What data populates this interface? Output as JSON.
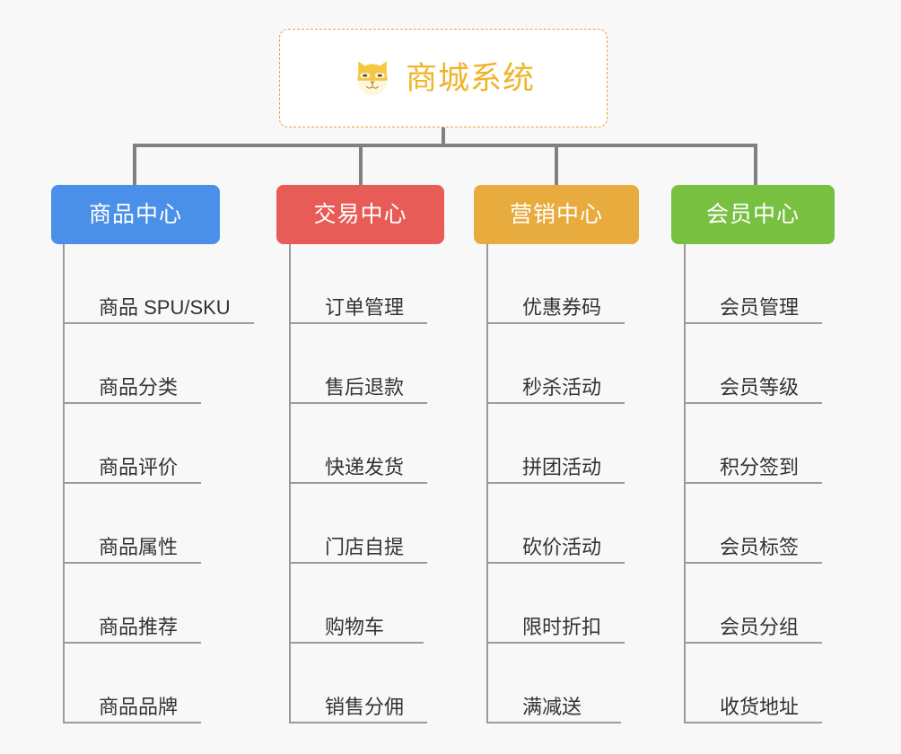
{
  "canvas": {
    "background": "#f8f8f8",
    "line_color": "#808080",
    "leaf_line_color": "#9b9b9b"
  },
  "root": {
    "title": "商城系统",
    "icon": "shiba-dog-icon",
    "title_color": "#f0b429",
    "border_color": "#e8a33d",
    "background": "#ffffff"
  },
  "branches": [
    {
      "label": "商品中心",
      "color": "#4a90e8",
      "items": [
        "商品 SPU/SKU",
        "商品分类",
        "商品评价",
        "商品属性",
        "商品推荐",
        "商品品牌"
      ]
    },
    {
      "label": "交易中心",
      "color": "#e85c57",
      "items": [
        "订单管理",
        "售后退款",
        "快递发货",
        "门店自提",
        "购物车",
        "销售分佣"
      ]
    },
    {
      "label": "营销中心",
      "color": "#e8ab3d",
      "items": [
        "优惠券码",
        "秒杀活动",
        "拼团活动",
        "砍价活动",
        "限时折扣",
        "满减送"
      ]
    },
    {
      "label": "会员中心",
      "color": "#78c040",
      "items": [
        "会员管理",
        "会员等级",
        "积分签到",
        "会员标签",
        "会员分组",
        "收货地址"
      ]
    }
  ]
}
